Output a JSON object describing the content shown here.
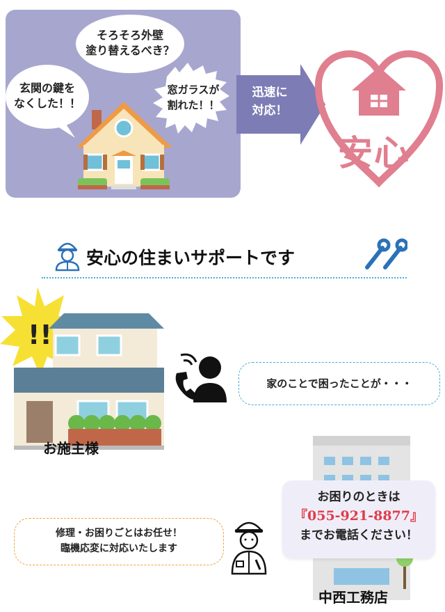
{
  "hero": {
    "bubble_key_line1": "玄関の鍵を",
    "bubble_key_line2": "なくした！！",
    "bubble_paint_line1": "そろそろ外壁",
    "bubble_paint_line2": "塗り替えるべき？",
    "bubble_glass_line1": "窓ガラスが",
    "bubble_glass_line2": "割れた！！",
    "arrow_line1": "迅速に",
    "arrow_line2": "対応！",
    "anshin": "安心"
  },
  "section_title": "安心の住まいサポートです",
  "client": {
    "bubble": "家のことで困ったことが・・・",
    "label": "お施主様"
  },
  "repair": {
    "line1": "修理・お困りごとはお任せ！",
    "line2": "臨機応変に対応いたします"
  },
  "contact": {
    "line1": "お困りのときは",
    "phone": "『055-921-8877』",
    "line3": "までお電話ください！"
  },
  "company": "中西工務店",
  "colors": {
    "panel": "#a7a6cf",
    "heart": "#e07f8f",
    "accent_blue": "#4aa9d8",
    "phone_red": "#e03c4a",
    "bubble_orange": "#f0a13a"
  }
}
